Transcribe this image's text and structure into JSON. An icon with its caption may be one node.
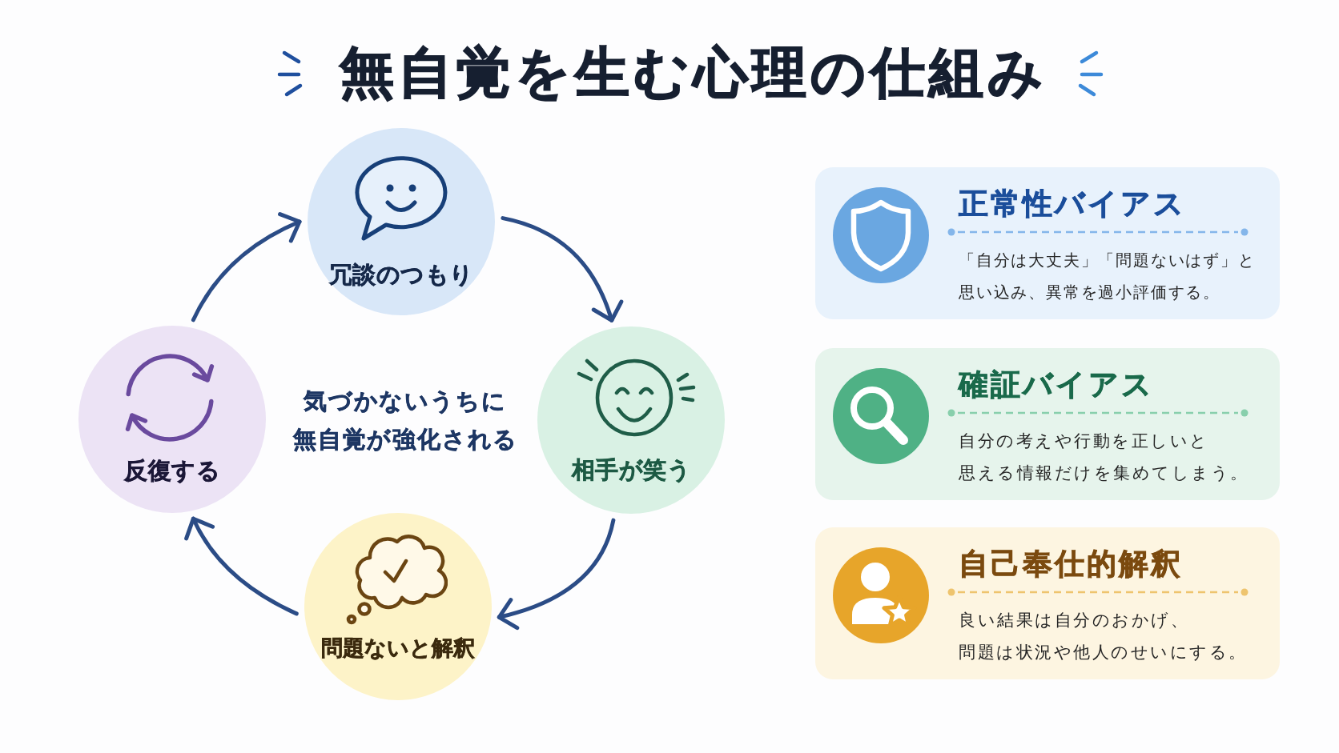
{
  "diagram": {
    "title": "無自覚を生む心理の仕組み",
    "nodes": [
      {
        "text": [
          "冗談のつもり"
        ]
      },
      {
        "text": [
          "相手が笑う"
        ]
      },
      {
        "text": [
          "問題ないと解釈"
        ]
      },
      {
        "text": [
          "反復する"
        ]
      },
      {
        "text": [
          "正常性バイアス",
          "「自分は大丈夫」「問題ないはず」と思い込み、異常を過小評価する。"
        ]
      },
      {
        "text": [
          "確証バイアス",
          "自分の考えや行動を正しいと思える情報だけを集めてしまう。"
        ]
      },
      {
        "text": [
          "自己奉仕的解釈",
          "良い結果は自分のおかげ、問題は状況や他人のせいにする。"
        ]
      }
    ],
    "edges": [
      {
        "from": 0,
        "to": 1,
        "arrow": "to"
      },
      {
        "from": 1,
        "to": 2,
        "arrow": "to"
      },
      {
        "from": 2,
        "to": 3,
        "arrow": "to"
      },
      {
        "from": 3,
        "to": 0,
        "arrow": "to"
      }
    ],
    "labels": [
      "気づかないうちに無自覚が強化される"
    ]
  }
}
